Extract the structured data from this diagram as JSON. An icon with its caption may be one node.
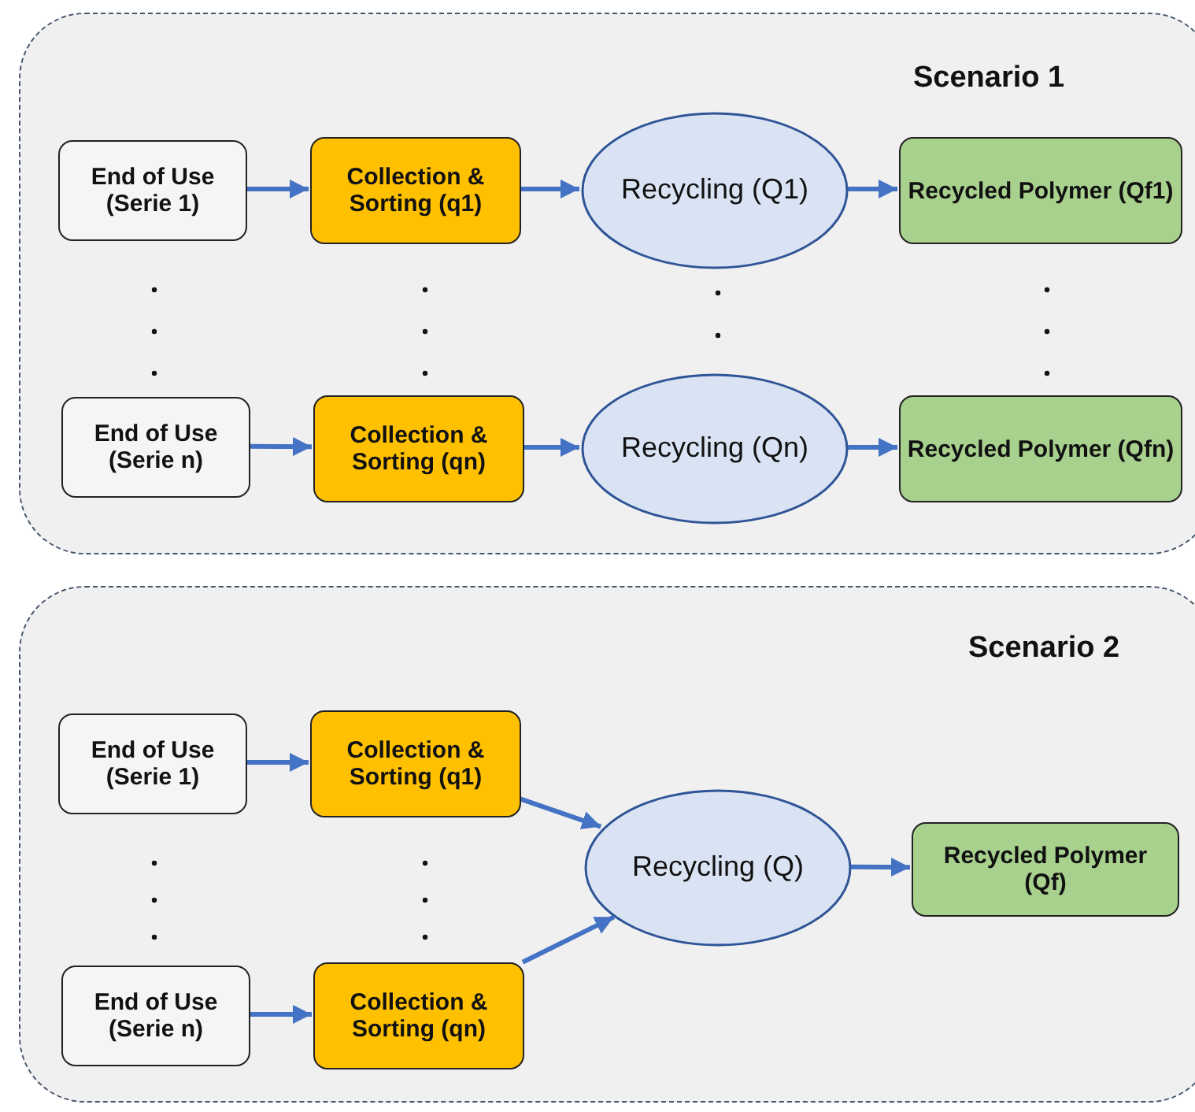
{
  "diagram": {
    "nodes": [
      {
        "text": [
          "Scenario 1"
        ]
      },
      {
        "text": [
          "End of Use (Serie 1)"
        ],
        "in": 0
      },
      {
        "text": [
          "Collection & Sorting (q1)"
        ],
        "in": 0
      },
      {
        "text": [
          "Recycling (Q1)"
        ],
        "in": 0
      },
      {
        "text": [
          "Recycled Polymer (Qf1)"
        ],
        "in": 0
      },
      {
        "text": [
          "End of Use (Serie n)"
        ],
        "in": 0
      },
      {
        "text": [
          "Collection & Sorting (qn)"
        ],
        "in": 0
      },
      {
        "text": [
          "Recycling (Qn)"
        ],
        "in": 0
      },
      {
        "text": [
          "Recycled Polymer (Qfn)"
        ],
        "in": 0
      },
      {
        "text": [
          "Scenario 2"
        ]
      },
      {
        "text": [
          "End of Use (Serie 1)"
        ],
        "in": 9
      },
      {
        "text": [
          "Collection & Sorting (q1)"
        ],
        "in": 9
      },
      {
        "text": [
          "End of Use (Serie n)"
        ],
        "in": 9
      },
      {
        "text": [
          "Collection & Sorting (qn)"
        ],
        "in": 9
      },
      {
        "text": [
          "Recycling (Q)"
        ],
        "in": 9
      },
      {
        "text": [
          "Recycled Polymer (Qf)"
        ],
        "in": 9
      }
    ],
    "edges": [
      {
        "from": 1,
        "to": 2,
        "arrow": "to"
      },
      {
        "from": 2,
        "to": 3,
        "arrow": "to"
      },
      {
        "from": 3,
        "to": 4,
        "arrow": "to"
      },
      {
        "from": 5,
        "to": 6,
        "arrow": "to"
      },
      {
        "from": 6,
        "to": 7,
        "arrow": "to"
      },
      {
        "from": 7,
        "to": 8,
        "arrow": "to"
      },
      {
        "from": 10,
        "to": 11,
        "arrow": "to"
      },
      {
        "from": 12,
        "to": 13,
        "arrow": "to"
      },
      {
        "from": 11,
        "to": 14,
        "arrow": "to"
      },
      {
        "from": 13,
        "to": 14,
        "arrow": "to"
      },
      {
        "from": 14,
        "to": 15,
        "arrow": "to"
      }
    ]
  }
}
